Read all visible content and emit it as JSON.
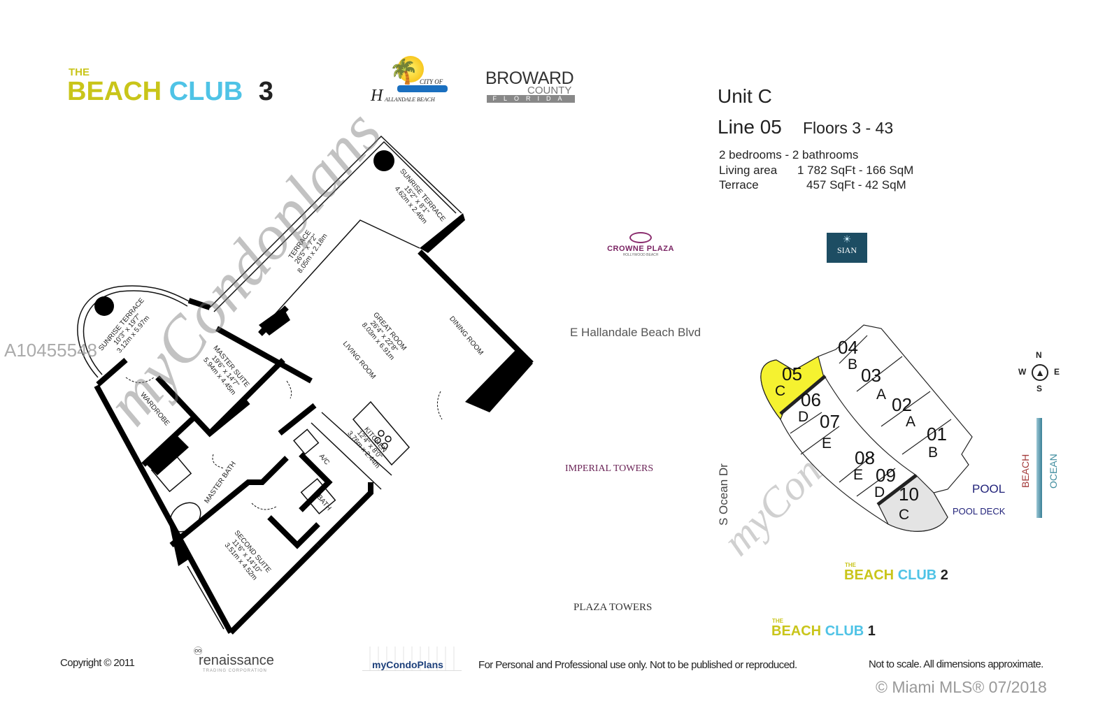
{
  "header": {
    "logo": {
      "the": "THE",
      "beach": "BEACH",
      "club": "CLUB",
      "number": "3"
    },
    "city_logo": {
      "line1": "CITY OF",
      "initial": "H",
      "line2": "ALLANDALE BEACH"
    },
    "county_logo": {
      "line1": "BROWARD",
      "line2": "COUNTY",
      "line3": "FLORIDA"
    }
  },
  "unit_info": {
    "unit": "Unit C",
    "line": "Line 05",
    "floors": "Floors 3 - 43",
    "rooms": "2 bedrooms - 2 bathrooms",
    "living_label": "Living area",
    "living_value": "1 782 SqFt - 166  SqM",
    "terrace_label": "Terrace",
    "terrace_value": "457 SqFt -   42  SqM"
  },
  "mls_id": "A10455548",
  "floor_plan": {
    "rooms": [
      {
        "name": "SUNRISE TERRACE",
        "dims": "15'2\" x 8'1\"",
        "metric": "4.62m x 2.46m"
      },
      {
        "name": "TERRACE",
        "dims": "26'5\" x 7'2\"",
        "metric": "8.05m x 2.18m"
      },
      {
        "name": "GREAT ROOM",
        "dims": "26'4\" x 22'8\"",
        "metric": "8.03m x 6.91m"
      },
      {
        "name": "DINING ROOM"
      },
      {
        "name": "LIVING ROOM"
      },
      {
        "name": "SUNRISE TERRACE",
        "dims": "10'3\" x 19'7\"",
        "metric": "3.12m x 5.97m"
      },
      {
        "name": "MASTER SUITE",
        "dims": "19'6\" x 14'7\"",
        "metric": "5.94m x 4.45m"
      },
      {
        "name": "WARDROBE"
      },
      {
        "name": "KITCHEN",
        "dims": "12'4\" x 8'0\"",
        "metric": "3.76m x 2.44m"
      },
      {
        "name": "A/C"
      },
      {
        "name": "MASTER BATH"
      },
      {
        "name": "BATH"
      },
      {
        "name": "SECOND SUITE",
        "dims": "11'6\" x 14'10\"",
        "metric": "3.51m x 4.52m"
      }
    ],
    "watermark": "myCondoplans"
  },
  "site_map": {
    "crowne_plaza": {
      "name": "CROWNE PLAZA",
      "sub": "HOLLYWOOD BEACH"
    },
    "sian": "SIAN",
    "street": "E Hallandale Beach Blvd",
    "imperial": "IMPERIAL TOWERS",
    "ocean_dr": "S Ocean Dr",
    "plaza": "PLAZA TOWERS",
    "pool": "POOL",
    "pool_deck": "POOL DECK",
    "beach": "BEACH",
    "ocean": "OCEAN",
    "compass": {
      "n": "N",
      "s": "S",
      "e": "E",
      "w": "W"
    },
    "units": [
      {
        "num": "04",
        "type": "B"
      },
      {
        "num": "05",
        "type": "C"
      },
      {
        "num": "03",
        "type": "A"
      },
      {
        "num": "06",
        "type": "D"
      },
      {
        "num": "02",
        "type": "A"
      },
      {
        "num": "07",
        "type": "E"
      },
      {
        "num": "01",
        "type": "B"
      },
      {
        "num": "08",
        "type": "E"
      },
      {
        "num": "09",
        "type": "D"
      },
      {
        "num": "10",
        "type": "C"
      }
    ],
    "beach_club_2": {
      "the": "THE",
      "beach": "BEACH",
      "club": "CLUB",
      "number": "2"
    },
    "beach_club_1": {
      "the": "THE",
      "beach": "BEACH",
      "club": "CLUB",
      "number": "1"
    },
    "highlight_color": "#f5f230",
    "other_c_color": "#e4e4e4"
  },
  "footer": {
    "copyright": "Copyright © 2011",
    "renaissance": "renaissance",
    "renaissance_sub": "TRADING CORPORATION",
    "mycondoplans": "myCondoPlans",
    "usage": "For Personal and Professional use only.  Not to be published or reproduced.",
    "scale": "Not to scale.  All dimensions approximate.",
    "mls": "© Miami MLS® 07/2018"
  }
}
